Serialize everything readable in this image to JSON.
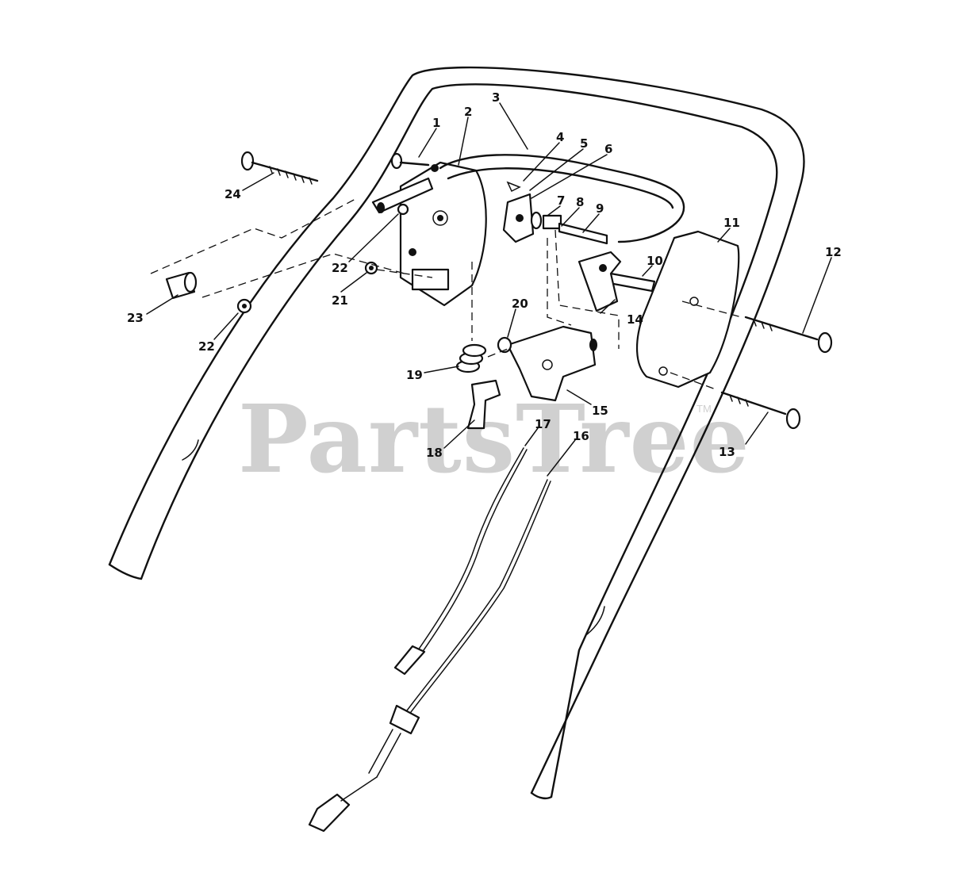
{
  "watermark": {
    "text": "PartsTree",
    "trademark": "TM"
  },
  "callouts": [
    "1",
    "2",
    "3",
    "4",
    "5",
    "6",
    "7",
    "8",
    "9",
    "10",
    "11",
    "12",
    "13",
    "14",
    "15",
    "16",
    "17",
    "18",
    "19",
    "20",
    "21",
    "22",
    "22",
    "23",
    "24"
  ]
}
